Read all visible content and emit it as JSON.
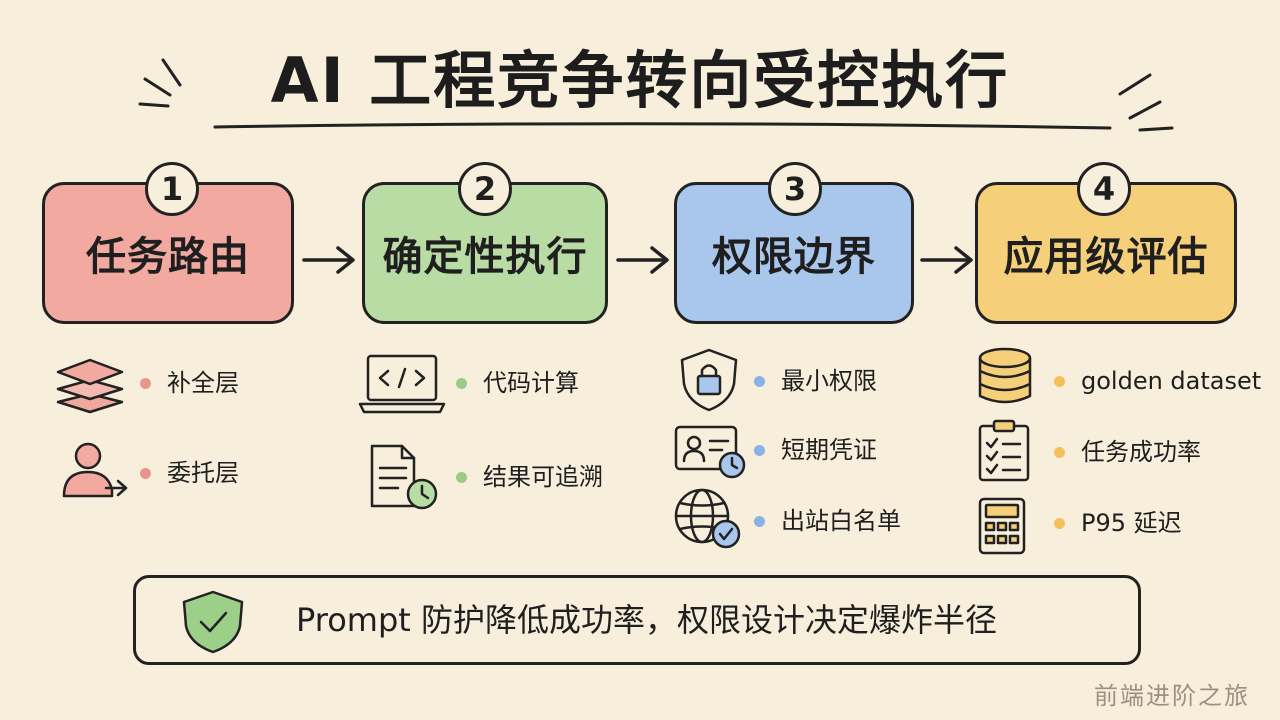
{
  "title": "AI 工程竞争转向受控执行",
  "steps": [
    {
      "number": "1",
      "label": "任务路由",
      "color": "#f2a9a0",
      "items": [
        {
          "text": "补全层",
          "icon": "layers-icon"
        },
        {
          "text": "委托层",
          "icon": "user-delegate-icon"
        }
      ]
    },
    {
      "number": "2",
      "label": "确定性执行",
      "color": "#b9dca5",
      "items": [
        {
          "text": "代码计算",
          "icon": "laptop-code-icon"
        },
        {
          "text": "结果可追溯",
          "icon": "document-clock-icon"
        }
      ]
    },
    {
      "number": "3",
      "label": "权限边界",
      "color": "#a9c7ec",
      "items": [
        {
          "text": "最小权限",
          "icon": "shield-lock-icon"
        },
        {
          "text": "短期凭证",
          "icon": "id-card-clock-icon"
        },
        {
          "text": "出站白名单",
          "icon": "globe-check-icon"
        }
      ]
    },
    {
      "number": "4",
      "label": "应用级评估",
      "color": "#f6cf7a",
      "items": [
        {
          "text": "golden dataset",
          "icon": "database-icon"
        },
        {
          "text": "任务成功率",
          "icon": "checklist-icon"
        },
        {
          "text": "P95 延迟",
          "icon": "calculator-icon"
        }
      ]
    }
  ],
  "dot_colors": [
    "#e8968c",
    "#9bcb86",
    "#8ab2e4",
    "#f2c15c"
  ],
  "note": {
    "text": "Prompt 防护降低成功率，权限设计决定爆炸半径",
    "icon": "shield-check-icon"
  },
  "watermark": "前端进阶之旅"
}
